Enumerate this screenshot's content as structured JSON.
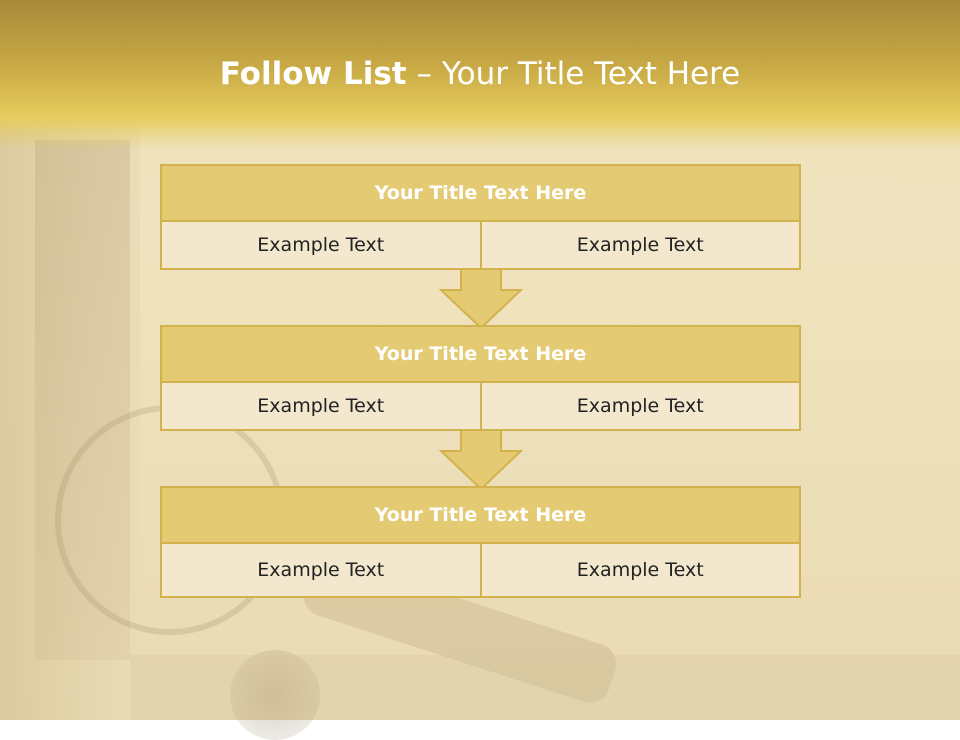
{
  "slide": {
    "title_bold": "Follow List",
    "title_rest": " – Your Title Text Here"
  },
  "steps": [
    {
      "title": "Your Title Text Here",
      "left": "Example Text",
      "right": "Example Text"
    },
    {
      "title": "Your Title Text Here",
      "left": "Example Text",
      "right": "Example Text"
    },
    {
      "title": "Your Title Text Here",
      "left": "Example Text",
      "right": "Example Text"
    }
  ],
  "colors": {
    "header_gold": "#c9aa45",
    "box_title_fill": "#e4cb73",
    "box_cell_fill": "#f3e8cd",
    "box_border": "#d2b24c",
    "arrow_fill": "#e4cb73"
  }
}
